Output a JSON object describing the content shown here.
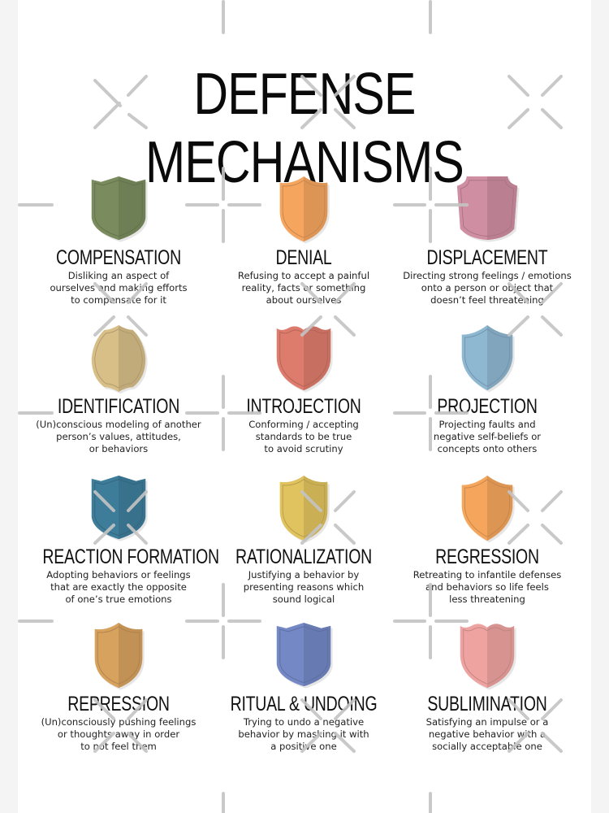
{
  "poster": {
    "title": "DEFENSE MECHANISMS",
    "background_color": "#f4f4f4",
    "poster_color": "#ffffff",
    "mechanisms": [
      {
        "name": "COMPENSATION",
        "shape": "shield-heater",
        "color": "#7a8c5e",
        "lines": [
          "Disliking an aspect of",
          "ourselves and making efforts",
          "to compensate for it"
        ]
      },
      {
        "name": "DENIAL",
        "shape": "shield-round",
        "color": "#f6a55f",
        "lines": [
          "Refusing to accept a painful",
          "reality, facts or something",
          "about ourselves"
        ]
      },
      {
        "name": "DISPLACEMENT",
        "shape": "shield-flat",
        "color": "#cf8ea2",
        "lines": [
          "Directing strong feelings / emotions",
          "onto a person or object that",
          "doesn’t feel threatening"
        ]
      },
      {
        "name": "IDENTIFICATION",
        "shape": "shield-oval",
        "color": "#d8be87",
        "lines": [
          "(Un)conscious modeling of another",
          "person’s values, attitudes,",
          "or behaviors"
        ]
      },
      {
        "name": "INTROJECTION",
        "shape": "shield-peak",
        "color": "#dd7b6c",
        "lines": [
          "Conforming / accepting",
          "standards to be true",
          "to avoid scrutiny"
        ]
      },
      {
        "name": "PROJECTION",
        "shape": "shield-pointed",
        "color": "#8eb7d2",
        "lines": [
          "Projecting faults and",
          "negative self-beliefs or",
          "concepts onto others"
        ]
      },
      {
        "name": "REACTION FORMATION",
        "shape": "shield-heater",
        "color": "#3e7d9a",
        "lines": [
          "Adopting behaviors or feelings",
          "that are exactly the opposite",
          "of one’s true emotions"
        ]
      },
      {
        "name": "RATIONALIZATION",
        "shape": "shield-round",
        "color": "#e0c25e",
        "lines": [
          "Justifying a behavior by",
          "presenting reasons which",
          "sound logical"
        ]
      },
      {
        "name": "REGRESSION",
        "shape": "shield-pointed",
        "color": "#f5a65c",
        "lines": [
          "Retreating to infantile defenses",
          "and behaviors so life feels",
          "less threatening"
        ]
      },
      {
        "name": "REPRESSION",
        "shape": "shield-round",
        "color": "#d7a15e",
        "lines": [
          "(Un)consciously pushing feelings",
          "or thoughts away in order",
          "to not feel them"
        ]
      },
      {
        "name": "RITUAL & UNDOING",
        "shape": "shield-heater",
        "color": "#7488c6",
        "lines": [
          "Trying to undo a negative",
          "behavior by masking it with",
          "a positive one"
        ]
      },
      {
        "name": "SUBLIMINATION",
        "shape": "shield-peak",
        "color": "#eea3a0",
        "lines": [
          "Satisfying an impulse or a",
          "negative behavior with a",
          "socially acceptable one"
        ]
      }
    ]
  }
}
